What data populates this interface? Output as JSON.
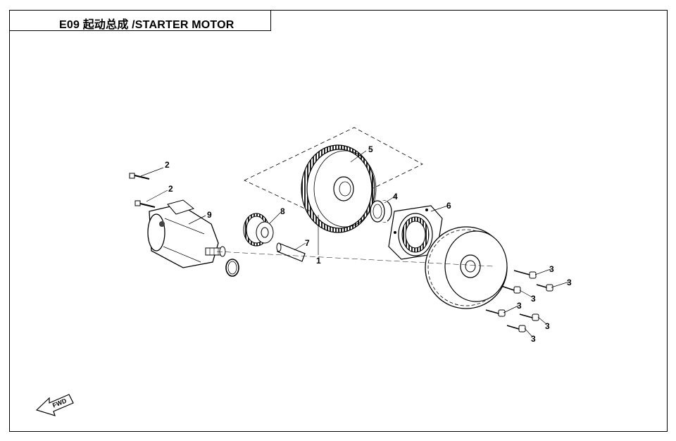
{
  "header": {
    "title": "E09 起动总成 /STARTER MOTOR"
  },
  "direction_marker": {
    "label": "FWD"
  },
  "callouts": {
    "bolt_upper": "2",
    "bolt_lower": "2",
    "starter_motor": "9",
    "idle_gear": "8",
    "shaft": "7",
    "gear_assembly": "1",
    "driven_gear": "5",
    "needle_bearing": "4",
    "one_way_clutch": "6",
    "bolt_a": "3",
    "bolt_b": "3",
    "bolt_c": "3",
    "bolt_d": "3",
    "bolt_e": "3",
    "bolt_f": "3"
  }
}
